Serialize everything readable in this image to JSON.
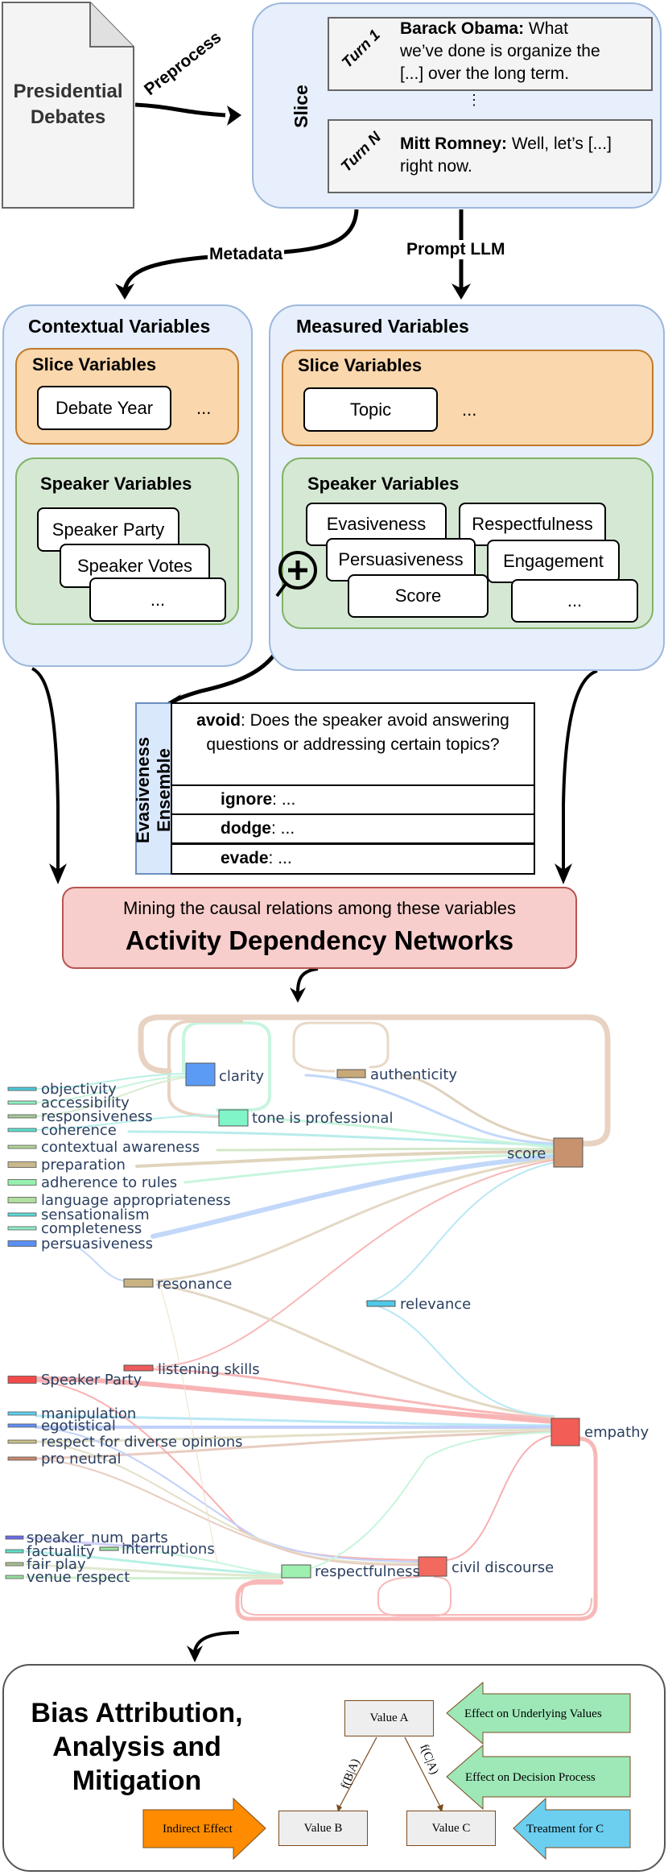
{
  "source_doc": {
    "label_line1": "Presidential",
    "label_line2": "Debates"
  },
  "edges": {
    "preprocess": "Preprocess",
    "metadata": "Metadata",
    "prompt_llm": "Prompt LLM"
  },
  "slice": {
    "label": "Slice",
    "turns": [
      {
        "turn_label": "Turn 1",
        "speaker": "Barack Obama:",
        "text_line1": " What",
        "text_line2": "we’ve done is organize the",
        "text_line3": "[...]  over the long term."
      },
      {
        "turn_label": "Turn N",
        "speaker": "Mitt Romney:",
        "text_line1": " Well, let’s [...]",
        "text_line2": "right now."
      }
    ],
    "ellipsis": "⋮"
  },
  "contextual": {
    "title": "Contextual Variables",
    "slice_vars": {
      "title": "Slice Variables",
      "items": [
        "Debate Year"
      ],
      "more": "..."
    },
    "speaker_vars": {
      "title": "Speaker Variables",
      "items": [
        "Speaker Party",
        "Speaker Votes",
        "..."
      ]
    }
  },
  "measured": {
    "title": "Measured Variables",
    "slice_vars": {
      "title": "Slice Variables",
      "items": [
        "Topic"
      ],
      "more": "..."
    },
    "speaker_vars": {
      "title": "Speaker Variables",
      "items": [
        "Evasiveness",
        "Respectfulness",
        "Persuasiveness",
        "Engagement",
        "Score",
        "..."
      ]
    },
    "zoom_icon": "zoom-in-icon"
  },
  "ensemble": {
    "side_label_line1": "Evasiveness",
    "side_label_line2": "Ensemble",
    "rows": [
      {
        "key": "avoid",
        "text": ": Does the speaker avoid answering questions or addressing certain topics?"
      },
      {
        "key": "ignore",
        "text": ": ..."
      },
      {
        "key": "dodge",
        "text": ": ..."
      },
      {
        "key": "evade",
        "text": ": ..."
      }
    ]
  },
  "adn": {
    "subtitle": "Mining the causal relations among these variables",
    "title": "Activity Dependency Networks"
  },
  "network": {
    "nodes": [
      {
        "id": "clarity",
        "label": "clarity",
        "color": "#5b9bf5"
      },
      {
        "id": "authenticity",
        "label": "authenticity",
        "color": "#c8a97a"
      },
      {
        "id": "tone",
        "label": "tone is professional",
        "color": "#7ff5c8"
      },
      {
        "id": "score",
        "label": "score",
        "color": "#c8926e"
      },
      {
        "id": "resonance",
        "label": "resonance",
        "color": "#c8b382"
      },
      {
        "id": "relevance",
        "label": "relevance",
        "color": "#4ec9e8"
      },
      {
        "id": "listening",
        "label": "listening skills",
        "color": "#f05a5a"
      },
      {
        "id": "empathy",
        "label": "empathy",
        "color": "#f25e55"
      },
      {
        "id": "interruptions",
        "label": "interruptions",
        "color": "#9de8a0"
      },
      {
        "id": "respectfulness",
        "label": "respectfulness",
        "color": "#9df0b0"
      },
      {
        "id": "civil",
        "label": "civil discourse",
        "color": "#f26a5e"
      }
    ],
    "legend_group_1": [
      {
        "label": "objectivity",
        "color": "#4ec9d8"
      },
      {
        "label": "accessibility",
        "color": "#8ff0c0"
      },
      {
        "label": "responsiveness",
        "color": "#a8c89a"
      },
      {
        "label": "coherence",
        "color": "#5ee0d0"
      },
      {
        "label": "contextual awareness",
        "color": "#b2d49a"
      },
      {
        "label": "preparation",
        "color": "#c8b88a"
      },
      {
        "label": "adherence to rules",
        "color": "#98f0b0"
      },
      {
        "label": "language appropriateness",
        "color": "#b0e0a0"
      },
      {
        "label": "sensationalism",
        "color": "#5ed8d8"
      },
      {
        "label": "completeness",
        "color": "#8ff0c8"
      },
      {
        "label": "persuasiveness",
        "color": "#5b8ff5"
      }
    ],
    "legend_group_2": [
      {
        "label": "Speaker Party",
        "color": "#f24a4a"
      },
      {
        "label": "manipulation",
        "color": "#5ed0f0"
      },
      {
        "label": "egotistical",
        "color": "#6090f5"
      },
      {
        "label": "respect for diverse opinions",
        "color": "#c8c08a"
      },
      {
        "label": "pro neutral",
        "color": "#c8886a"
      }
    ],
    "legend_group_3": [
      {
        "label": "speaker_num_parts",
        "color": "#6a6af0"
      },
      {
        "label": "factuality",
        "color": "#5ee0c8"
      },
      {
        "label": "fair play",
        "color": "#a8c090"
      },
      {
        "label": "venue respect",
        "color": "#98e0a0"
      }
    ]
  },
  "bias": {
    "title_line1": "Bias Attribution,",
    "title_line2": "Analysis and",
    "title_line3": "Mitigation",
    "value_a": "Value A",
    "value_b": "Value B",
    "value_c": "Value C",
    "edge_ab": "f(B|A)",
    "edge_ac": "f(C|A)",
    "arrow_underlying": "Effect on Underlying Values",
    "arrow_decision": "Effect on Decision Process",
    "arrow_indirect": "Indirect Effect",
    "arrow_treatment": "Treatment for C",
    "colors": {
      "green": "#9ee8b8",
      "orange": "#ff8c00",
      "blue": "#6ccff0"
    }
  }
}
